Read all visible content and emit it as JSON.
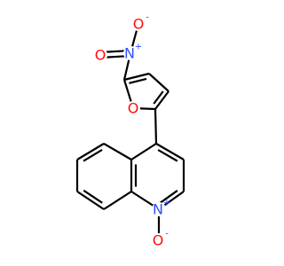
{
  "molecule": {
    "atoms": [
      {
        "id": "o_nitro_top",
        "symbol": "O",
        "charge": "-",
        "color": "#ff0d0d"
      },
      {
        "id": "n_nitro",
        "symbol": "N",
        "charge": "+",
        "color": "#3050f8"
      },
      {
        "id": "o_nitro_left",
        "symbol": "O",
        "charge": "",
        "color": "#ff0d0d"
      },
      {
        "id": "o_furan",
        "symbol": "O",
        "charge": "",
        "color": "#ff0d0d"
      },
      {
        "id": "n_quinoline",
        "symbol": "N",
        "charge": "+",
        "color": "#3050f8"
      },
      {
        "id": "o_n_oxide",
        "symbol": "O",
        "charge": "-",
        "color": "#ff0d0d"
      }
    ],
    "bond_color": "#000000"
  }
}
